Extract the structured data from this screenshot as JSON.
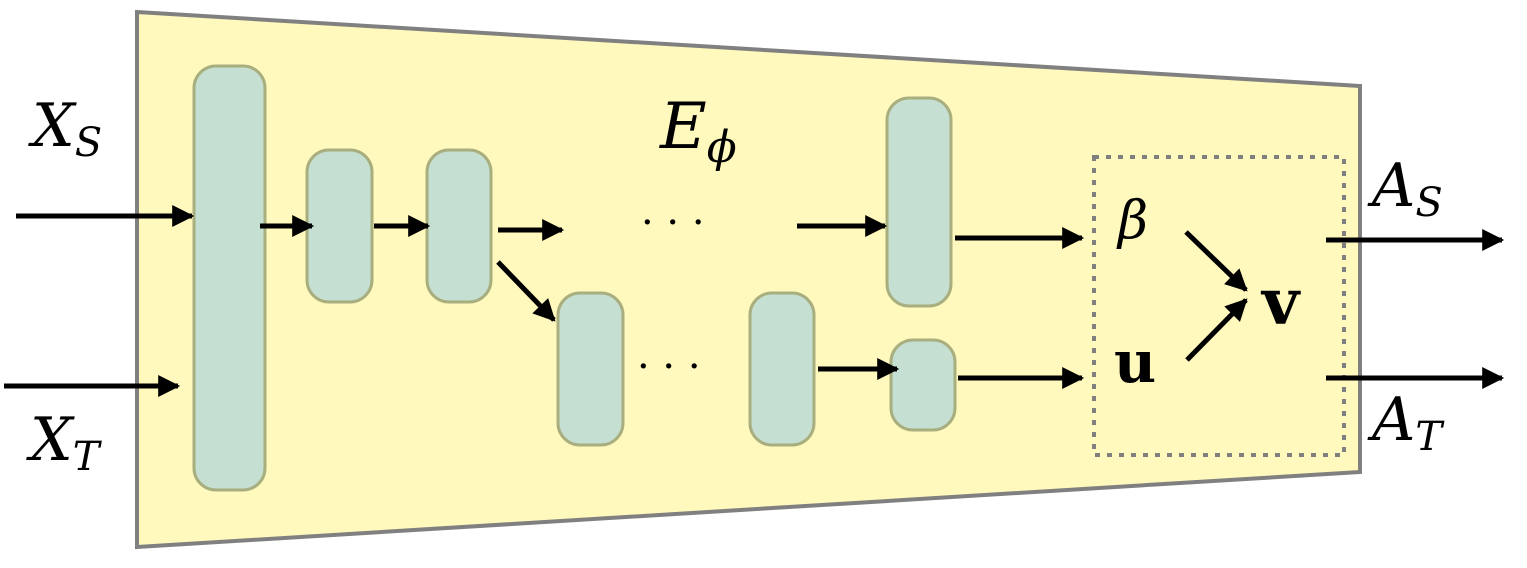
{
  "encoder": {
    "symbol": "E",
    "subscript": "ϕ"
  },
  "inputs": {
    "source": {
      "symbol": "X",
      "subscript": "S"
    },
    "target": {
      "symbol": "X",
      "subscript": "T"
    }
  },
  "outputs": {
    "source": {
      "symbol": "A",
      "subscript": "S"
    },
    "target": {
      "symbol": "A",
      "subscript": "T"
    }
  },
  "latent": {
    "beta": "β",
    "u": "u",
    "v": "v"
  },
  "ellipsis": {
    "top": "· · ·",
    "bottom": "· · ·"
  },
  "colors": {
    "encoder_fill": "#fff9bd",
    "encoder_stroke": "#808080",
    "block_fill": "#c5e0d2",
    "block_stroke": "#a8ae7e",
    "dotted_box": "#7f7f7f"
  }
}
